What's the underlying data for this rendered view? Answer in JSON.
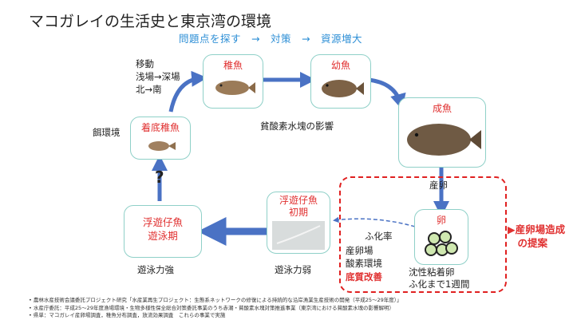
{
  "title": "マコガレイの生活史と東京湾の環境",
  "subtitle": "問題点を探す　→　対策　→　資源増大",
  "stages": {
    "juvenile": "稚魚",
    "young": "幼魚",
    "adult": "成魚",
    "settled": "着底稚魚",
    "floating_initial": "浮遊仔魚\n初期",
    "floating_swim": "浮遊仔魚\n遊泳期",
    "egg": "卵"
  },
  "labels": {
    "movement": "移動\n浅場→深場\n北→南",
    "anoxic": "貧酸素水塊の影響",
    "spawning": "産卵",
    "feeding": "餌環境",
    "question": "?",
    "swim_strong": "遊泳力強",
    "swim_weak": "遊泳力弱",
    "hatch_rate": "ふ化率",
    "spawn_env": "産卵場\n酸素環境",
    "bottom_improve": "底質改善",
    "egg_desc": "沈性粘着卵\nふ化まで1週間",
    "proposal": "▶産卵場造成\n　の提案"
  },
  "notes": [
    "農林水産技術会議委託プロジェクト研究「水産業再生プロジェクト：生態系ネットワークの修復による持続的な沿岸漁業生産技術の開発（平成25～29年度）」",
    "水産庁委託：平成25～29年度漁場環境・生物多様性保全総合対策委託事業のうち赤潮・貧酸素水塊対策推進事業（東京湾における貧酸素水塊の影響解明）",
    "県単：マコガレイ産卵場調査，稚魚分布調査，放流効果調査　これらの事業で実施"
  ],
  "colors": {
    "box_border": "#8fd0c8",
    "arrow": "#4a72c4",
    "stage_label": "#e03030",
    "subtitle": "#2e8fd6",
    "dashed": "#e02020"
  }
}
